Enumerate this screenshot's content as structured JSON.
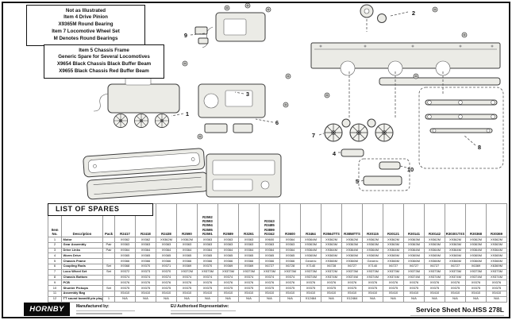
{
  "notes": {
    "note1": "Not as Illustrated\nItem 4 Drive Pinion\nX9365M Round Bearing\nItem 7 Locomotive Wheel Set\nM Denotes Round Bearings",
    "note2": "Item 5 Chassis Frame\nGeneric Spare for Several Locomotives\nX9654 Black Chassis Black Buffer Beam\nX9655 Black Chassis Red Buffer Beam"
  },
  "diagram": {
    "callouts": [
      "1",
      "2",
      "3",
      "4",
      "5",
      "6",
      "7",
      "8",
      "9",
      "10"
    ]
  },
  "spares": {
    "title": "LIST OF SPARES",
    "columns": [
      "Item No.",
      "Description",
      "Pack",
      "R2417",
      "R2418",
      "R2438",
      "R2590",
      "R2592\nR2593\nR2594\nR2595\nR2591",
      "R2589",
      "R3261",
      "R3343\nR3485\nR3899\nR3342",
      "R3600",
      "R3464",
      "R3564TTS",
      "R3858TTS",
      "R30115",
      "R30121",
      "R30141",
      "R30142",
      "R30301TXS",
      "R30368",
      "R30369"
    ],
    "rows": [
      {
        "no": "1",
        "desc": "Motor",
        "pack": "",
        "vals": [
          "X9362",
          "X9362",
          "X9362M",
          "X9362M",
          "X9363",
          "X9363",
          "X9363",
          "X9600",
          "X9364",
          "X9364M",
          "X9362M",
          "X9362M",
          "X9362M",
          "X9362M",
          "X9363M",
          "X9362M",
          "X9362M",
          "X9362M",
          "X9362M"
        ]
      },
      {
        "no": "2",
        "desc": "Gear Assembly",
        "pack": "Pair",
        "vals": [
          "X9363",
          "X9363",
          "X9363",
          "X9363",
          "X9363",
          "X9363",
          "X9363",
          "X9363",
          "X9363",
          "X9363M",
          "X9363M",
          "X9363M",
          "X9363M",
          "X9363M",
          "X9363M",
          "X9363M",
          "X9363M",
          "X9363M",
          "X9363M"
        ]
      },
      {
        "no": "3",
        "desc": "Drive Links",
        "pack": "Pair",
        "vals": [
          "X9364",
          "X9364",
          "X9364",
          "X9364",
          "X9364",
          "X9364",
          "X9364",
          "X9364",
          "X9364",
          "X9364M",
          "X9364M",
          "X9364M",
          "X9364M",
          "X9364M",
          "X9364M",
          "X9364M",
          "X9364M",
          "X9364M",
          "X9364M"
        ]
      },
      {
        "no": "4",
        "desc": "Worm Drive",
        "pack": "",
        "vals": [
          "X9365",
          "X9365",
          "X9365",
          "X9365",
          "X9365",
          "X9365",
          "X9365",
          "X9365",
          "X9365",
          "X9365M",
          "X9365M",
          "X9365M",
          "X9365M",
          "X9365M",
          "X9365M",
          "X9365M",
          "X9365M",
          "X9365M",
          "X9365M"
        ]
      },
      {
        "no": "5",
        "desc": "Chassis Frame",
        "pack": "",
        "vals": [
          "X9366",
          "X9366",
          "X9366",
          "X9366",
          "X9366",
          "X9366",
          "X9366",
          "X9366",
          "X9366",
          "Generic",
          "X9366M",
          "X9366M",
          "Generic",
          "X9366M",
          "X9366M",
          "X9366M",
          "X9366M",
          "X9366M",
          "X9366M"
        ]
      },
      {
        "no": "6",
        "desc": "Coupling Rods",
        "pack": "Set",
        "vals": [
          "X9368",
          "X9370",
          "X9371",
          "X9369",
          "X9370",
          "X9369",
          "X9369",
          "X6727",
          "X6728",
          "X7140",
          "X6728",
          "X6727",
          "X7140",
          "X6727",
          "X6727",
          "X6727",
          "X6727",
          "X6369",
          "X6369M"
        ]
      },
      {
        "no": "7",
        "desc": "Loco Wheel Set",
        "pack": "Set",
        "vals": [
          "X9372",
          "X9373",
          "X9370",
          "X9372M",
          "X9373M",
          "X9373M",
          "X9373M",
          "X9373M",
          "X9373M",
          "X9373M",
          "X9372M",
          "X9373M",
          "X9373M",
          "X9373M",
          "X9373M",
          "X9373M",
          "X9373M",
          "X9373M",
          "X9373M"
        ]
      },
      {
        "no": "8",
        "desc": "Chassis Bottom",
        "pack": "",
        "vals": [
          "X9374",
          "X9374",
          "X9374",
          "X9374",
          "X9374",
          "X9374",
          "X9374",
          "X9374",
          "X9374",
          "X9374M",
          "X9374M",
          "X9374M",
          "X9374M",
          "X9374M",
          "X9374M",
          "X9374M",
          "X9374M",
          "X9374M",
          "X9374M"
        ]
      },
      {
        "no": "9",
        "desc": "PCB",
        "pack": "",
        "vals": [
          "X9376",
          "X9376",
          "X9376",
          "X9376",
          "X9376",
          "X9376",
          "X9376",
          "X9376",
          "X9376",
          "X9376",
          "X9376",
          "X9376",
          "X9376",
          "X9376",
          "X9376",
          "X9376",
          "X9376",
          "X9376",
          "X9376"
        ]
      },
      {
        "no": "10",
        "desc": "Shunter Pickups",
        "pack": "Set",
        "vals": [
          "X9375",
          "X9375",
          "X9375",
          "X9375",
          "X9375",
          "X9375",
          "X9375",
          "X9375",
          "X9375",
          "X9375",
          "X9375",
          "X9375",
          "X9375",
          "X9375",
          "X9375",
          "X9375",
          "X9375",
          "X9375",
          "X9375"
        ]
      },
      {
        "no": "11",
        "desc": "Assembly Bag",
        "pack": "",
        "vals": [
          "X5410",
          "X5410",
          "X5410",
          "X5410",
          "X5410",
          "X5410",
          "X5410",
          "X5410",
          "X5410",
          "X5410",
          "X5410",
          "X5410",
          "X5410",
          "X5410",
          "X5410",
          "X5410",
          "X5410",
          "X5410",
          "X5410"
        ]
      },
      {
        "no": "12",
        "desc": "TT sound board/8 pin plug rectangular speaker",
        "pack": "1",
        "vals": [
          "N/A",
          "N/A",
          "N/A",
          "N/A",
          "N/A",
          "N/A",
          "N/A",
          "N/A",
          "N/A",
          "X12464",
          "N/A",
          "X12464",
          "N/A",
          "N/A",
          "N/A",
          "N/A",
          "N/A",
          "N/A",
          "N/A"
        ]
      }
    ]
  },
  "footer": {
    "brand": "HORNBY",
    "manufactured_label": "Manufactured by:",
    "eu_label": "EU Authorised Representative:",
    "sheet_label": "Service Sheet No.HSS 278L"
  }
}
